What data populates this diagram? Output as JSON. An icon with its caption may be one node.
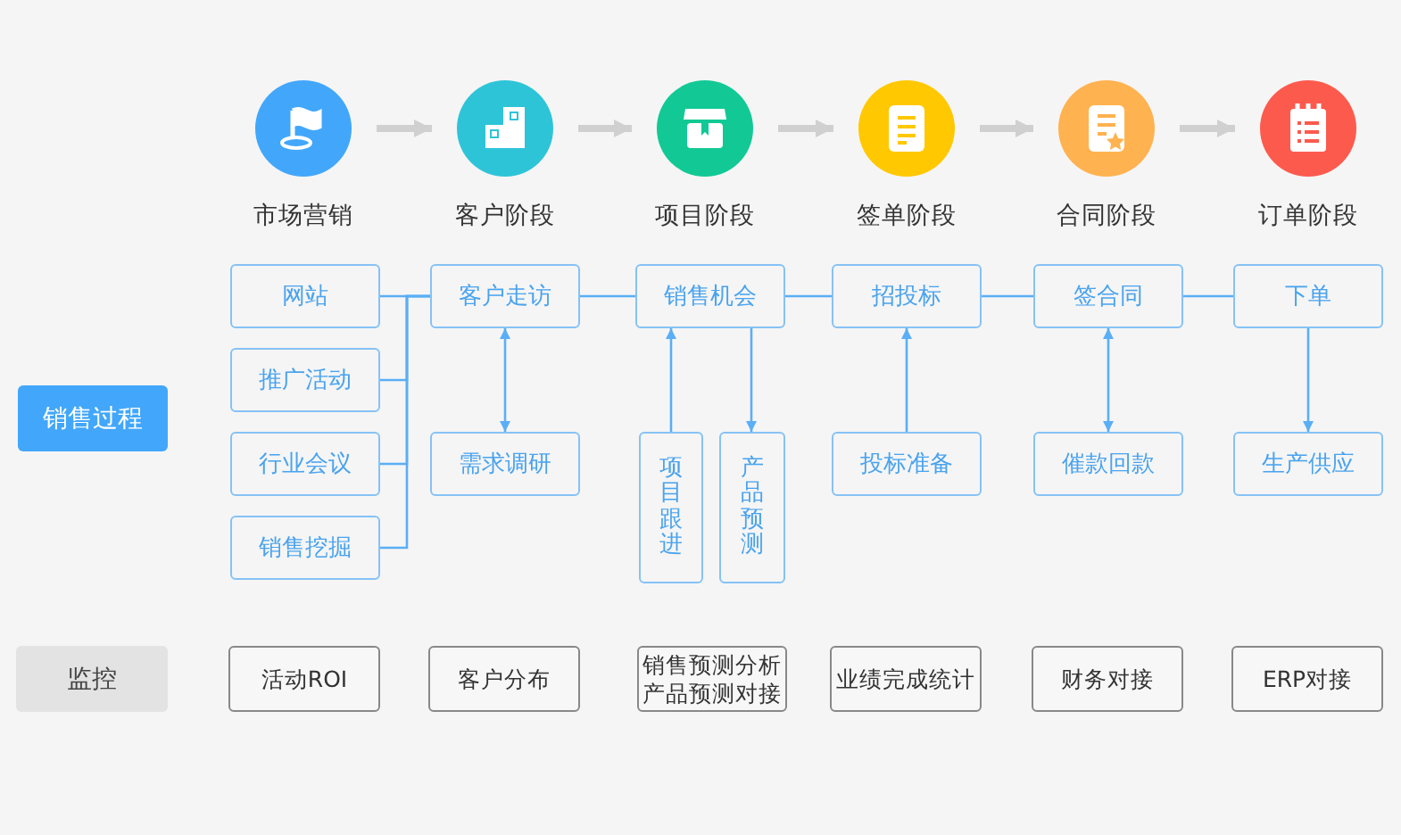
{
  "diagram": {
    "nodes": [
      {
        "text": [
          "市场营销"
        ]
      },
      {
        "text": [
          "客户阶段"
        ]
      },
      {
        "text": [
          "项目阶段"
        ]
      },
      {
        "text": [
          "签单阶段"
        ]
      },
      {
        "text": [
          "合同阶段"
        ]
      },
      {
        "text": [
          "订单阶段"
        ]
      },
      {
        "text": [
          "销售过程"
        ]
      },
      {
        "text": [
          "网站"
        ]
      },
      {
        "text": [
          "推广活动"
        ]
      },
      {
        "text": [
          "行业会议"
        ]
      },
      {
        "text": [
          "销售挖掘"
        ]
      },
      {
        "text": [
          "客户走访"
        ]
      },
      {
        "text": [
          "需求调研"
        ]
      },
      {
        "text": [
          "销售机会"
        ]
      },
      {
        "text": [
          "项目跟进"
        ]
      },
      {
        "text": [
          "产品预测"
        ]
      },
      {
        "text": [
          "招投标"
        ]
      },
      {
        "text": [
          "投标准备"
        ]
      },
      {
        "text": [
          "签合同"
        ]
      },
      {
        "text": [
          "催款回款"
        ]
      },
      {
        "text": [
          "下单"
        ]
      },
      {
        "text": [
          "生产供应"
        ]
      },
      {
        "text": [
          "监控"
        ]
      },
      {
        "text": [
          "活动ROI"
        ]
      },
      {
        "text": [
          "客户分布"
        ]
      },
      {
        "text": [
          "销售预测分析",
          "产品预测对接"
        ]
      },
      {
        "text": [
          "业绩完成统计"
        ]
      },
      {
        "text": [
          "财务对接"
        ]
      },
      {
        "text": [
          "ERP对接"
        ]
      }
    ],
    "edges": [
      {
        "from": 0,
        "to": 1,
        "arrow": "to",
        "style": "thick",
        "color": "#d0d0d0"
      },
      {
        "from": 1,
        "to": 2,
        "arrow": "to",
        "style": "thick",
        "color": "#d0d0d0"
      },
      {
        "from": 2,
        "to": 3,
        "arrow": "to",
        "style": "thick",
        "color": "#d0d0d0"
      },
      {
        "from": 3,
        "to": 4,
        "arrow": "to",
        "style": "thick",
        "color": "#d0d0d0"
      },
      {
        "from": 4,
        "to": 5,
        "arrow": "to",
        "style": "thick",
        "color": "#d0d0d0"
      },
      {
        "from": 7,
        "to": 11,
        "arrow": "none"
      },
      {
        "from": 8,
        "to": 11,
        "arrow": "none"
      },
      {
        "from": 9,
        "to": 11,
        "arrow": "none"
      },
      {
        "from": 10,
        "to": 11,
        "arrow": "none"
      },
      {
        "from": 11,
        "to": 13,
        "arrow": "none"
      },
      {
        "from": 13,
        "to": 16,
        "arrow": "none"
      },
      {
        "from": 16,
        "to": 18,
        "arrow": "none"
      },
      {
        "from": 18,
        "to": 20,
        "arrow": "none"
      },
      {
        "from": 11,
        "to": 12,
        "arrow": "both"
      },
      {
        "from": 14,
        "to": 13,
        "arrow": "to"
      },
      {
        "from": 13,
        "to": 15,
        "arrow": "to"
      },
      {
        "from": 17,
        "to": 16,
        "arrow": "to"
      },
      {
        "from": 18,
        "to": 19,
        "arrow": "both"
      },
      {
        "from": 20,
        "to": 21,
        "arrow": "to"
      }
    ]
  }
}
